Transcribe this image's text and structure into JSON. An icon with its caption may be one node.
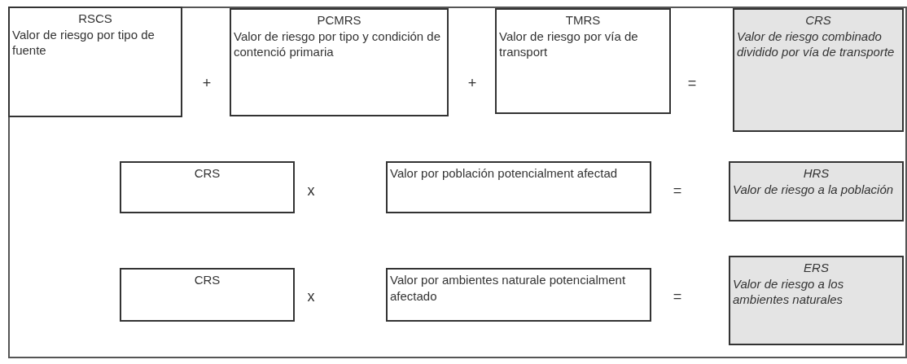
{
  "diagram": {
    "nodes": [
      {
        "text": [
          "RSCS",
          "Valor de riesgo por tipo de fuente"
        ]
      },
      {
        "text": [
          "PCMRS",
          "Valor de riesgo por tipo y condición de contenció primaria"
        ]
      },
      {
        "text": [
          "TMRS",
          "Valor de riesgo por vía de transport"
        ]
      },
      {
        "text": [
          "CRS",
          "Valor de riesgo combinado dividido por vía de transporte"
        ]
      },
      {
        "text": [
          "CRS"
        ]
      },
      {
        "text": [
          "Valor por población potencialment afectad"
        ]
      },
      {
        "text": [
          "HRS",
          "Valor de riesgo a la población"
        ]
      },
      {
        "text": [
          "CRS"
        ]
      },
      {
        "text": [
          "Valor por ambientes naturale potencialment afectado"
        ]
      },
      {
        "text": [
          "ERS",
          "Valor de riesgo a los ambientes naturales"
        ]
      }
    ],
    "labels": [
      "+",
      "+",
      "=",
      "x",
      "=",
      "x",
      "="
    ]
  }
}
